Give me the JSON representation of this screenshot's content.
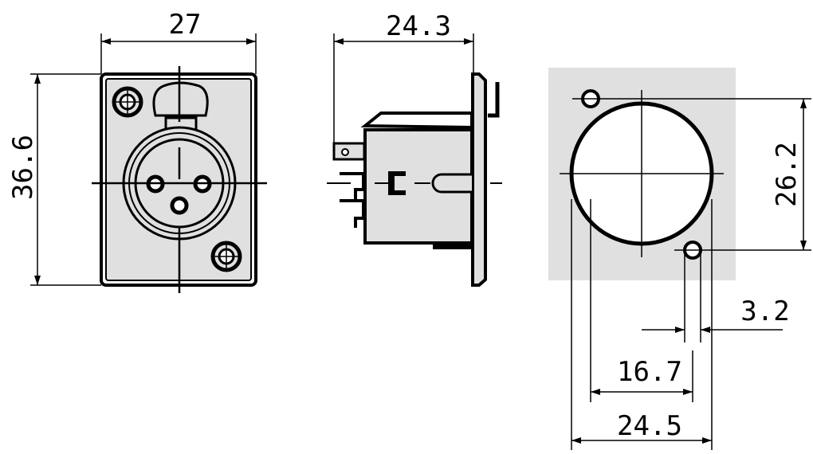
{
  "dimensions": {
    "front_width": "27",
    "front_height": "36.6",
    "side_depth": "24.3",
    "cutout_hole_spacing_vertical": "26.2",
    "cutout_hole_diameter": "3.2",
    "cutout_hole_spacing_horizontal": "16.7",
    "cutout_diameter": "24.5"
  },
  "colors": {
    "panel_fill": "#e0e0e0",
    "line": "#000000"
  }
}
